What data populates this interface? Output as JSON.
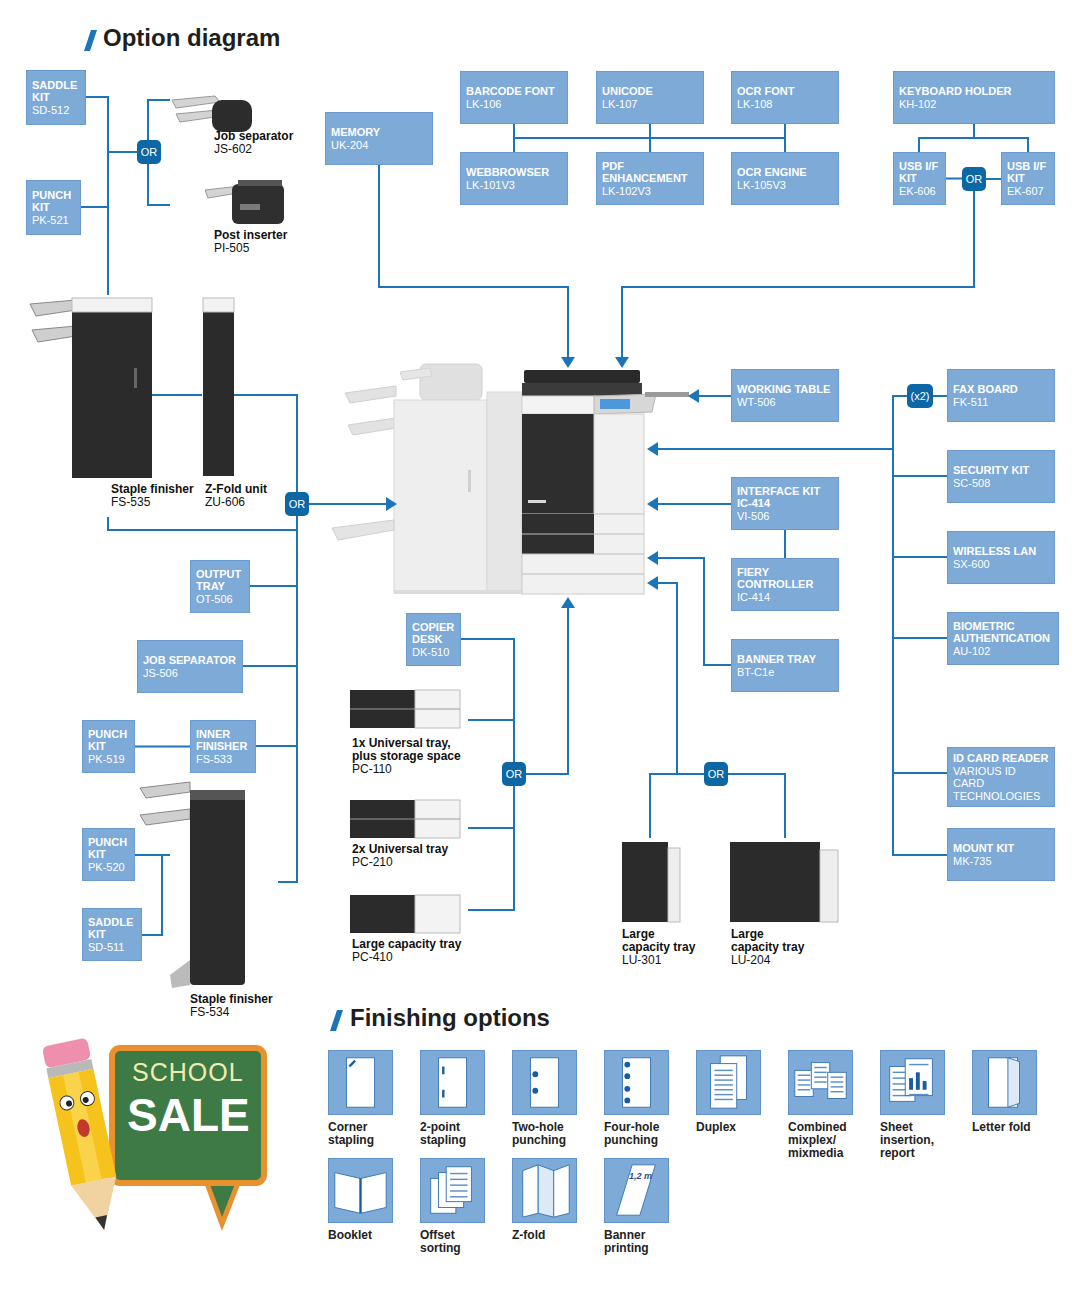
{
  "diagram": {
    "title": "Option diagram",
    "nodes": [
      {
        "text": [
          "SADDLE KIT",
          "SD-512"
        ]
      },
      {
        "text": [
          "PUNCH KIT",
          "PK-521"
        ]
      },
      {
        "text": [
          "OR"
        ]
      },
      {
        "text": [
          "Job separator",
          "JS-602"
        ]
      },
      {
        "text": [
          "Post inserter",
          "PI-505"
        ]
      },
      {
        "text": [
          "Staple finisher",
          "FS-535"
        ]
      },
      {
        "text": [
          "Z-Fold unit",
          "ZU-606"
        ]
      },
      {
        "text": [
          "OR"
        ]
      },
      {
        "text": [
          "OUTPUT TRAY",
          "OT-506"
        ]
      },
      {
        "text": [
          "JOB SEPARATOR",
          "JS-506"
        ]
      },
      {
        "text": [
          "PUNCH KIT",
          "PK-519"
        ]
      },
      {
        "text": [
          "INNER FINISHER",
          "FS-533"
        ]
      },
      {
        "text": [
          "PUNCH KIT",
          "PK-520"
        ]
      },
      {
        "text": [
          "SADDLE KIT",
          "SD-511"
        ]
      },
      {
        "text": [
          "Staple finisher",
          "FS-534"
        ]
      },
      {
        "text": [
          "MEMORY",
          "UK-204"
        ]
      },
      {
        "text": [
          "BARCODE FONT",
          "LK-106"
        ]
      },
      {
        "text": [
          "UNICODE",
          "LK-107"
        ]
      },
      {
        "text": [
          "OCR FONT",
          "LK-108"
        ]
      },
      {
        "text": [
          "WEBBROWSER",
          "LK-101V3"
        ]
      },
      {
        "text": [
          "PDF ENHANCEMENT",
          "LK-102V3"
        ]
      },
      {
        "text": [
          "OCR ENGINE",
          "LK-105V3"
        ]
      },
      {
        "text": [
          "KEYBOARD HOLDER",
          "KH-102"
        ]
      },
      {
        "text": [
          "USB I/F KIT",
          "EK-606"
        ]
      },
      {
        "text": [
          "OR"
        ]
      },
      {
        "text": [
          "USB I/F KIT",
          "EK-607"
        ]
      },
      {
        "text": [
          "WORKING TABLE",
          "WT-506"
        ]
      },
      {
        "text": [
          "INTERFACE KIT IC-414",
          "VI-506"
        ]
      },
      {
        "text": [
          "FIERY CONTROLLER",
          "IC-414"
        ]
      },
      {
        "text": [
          "BANNER TRAY",
          "BT-C1e"
        ]
      },
      {
        "text": [
          "(x2)"
        ]
      },
      {
        "text": [
          "FAX BOARD",
          "FK-511"
        ]
      },
      {
        "text": [
          "SECURITY KIT",
          "SC-508"
        ]
      },
      {
        "text": [
          "WIRELESS LAN",
          "SX-600"
        ]
      },
      {
        "text": [
          "BIOMETRIC AUTHENTICATION",
          "AU-102"
        ]
      },
      {
        "text": [
          "ID CARD READER",
          "VARIOUS ID CARD TECHNOLOGIES"
        ]
      },
      {
        "text": [
          "MOUNT KIT",
          "MK-735"
        ]
      },
      {
        "text": [
          "COPIER DESK",
          "DK-510"
        ]
      },
      {
        "text": [
          "1x Universal tray, plus storage space",
          "PC-110"
        ]
      },
      {
        "text": [
          "2x Universal tray",
          "PC-210"
        ]
      },
      {
        "text": [
          "Large capacity tray",
          "PC-410"
        ]
      },
      {
        "text": [
          "OR"
        ]
      },
      {
        "text": [
          "OR"
        ]
      },
      {
        "text": [
          "Large capacity tray",
          "LU-301"
        ]
      },
      {
        "text": [
          "Large capacity tray",
          "LU-204"
        ]
      },
      {
        "text": [
          "Corner stapling"
        ]
      },
      {
        "text": [
          "2-point stapling"
        ]
      },
      {
        "text": [
          "Two-hole punching"
        ]
      },
      {
        "text": [
          "Four-hole punching"
        ]
      },
      {
        "text": [
          "Duplex"
        ]
      },
      {
        "text": [
          "Combined mixplex/ mixmedia"
        ]
      },
      {
        "text": [
          "Sheet insertion, report"
        ]
      },
      {
        "text": [
          "Letter fold"
        ]
      },
      {
        "text": [
          "Booklet"
        ]
      },
      {
        "text": [
          "Offset sorting"
        ]
      },
      {
        "text": [
          "Z-fold"
        ]
      },
      {
        "text": [
          "Banner printing"
        ]
      }
    ],
    "edges": [
      {
        "from": 0,
        "to": 5,
        "arrow": "none"
      },
      {
        "from": 1,
        "to": 5,
        "arrow": "none"
      },
      {
        "from": 2,
        "to": 5,
        "arrow": "none"
      },
      {
        "from": 2,
        "to": 3,
        "arrow": "none"
      },
      {
        "from": 2,
        "to": 4,
        "arrow": "none"
      },
      {
        "from": 5,
        "to": 7,
        "arrow": "none"
      },
      {
        "from": 6,
        "to": 7,
        "arrow": "none"
      },
      {
        "from": 8,
        "to": 7,
        "arrow": "none"
      },
      {
        "from": 9,
        "to": 7,
        "arrow": "none"
      },
      {
        "from": 11,
        "to": 7,
        "arrow": "none"
      },
      {
        "from": 14,
        "to": 7,
        "arrow": "none"
      },
      {
        "from": 10,
        "to": 11,
        "arrow": "none"
      },
      {
        "from": 12,
        "to": 14,
        "arrow": "none"
      },
      {
        "from": 13,
        "to": 14,
        "arrow": "none"
      },
      {
        "from": 16,
        "to": 19,
        "arrow": "none"
      },
      {
        "from": 17,
        "to": 20,
        "arrow": "none"
      },
      {
        "from": 18,
        "to": 21,
        "arrow": "none"
      },
      {
        "from": 22,
        "to": 23,
        "arrow": "none"
      },
      {
        "from": 22,
        "to": 25,
        "arrow": "none"
      },
      {
        "from": 23,
        "to": 24,
        "arrow": "none"
      },
      {
        "from": 24,
        "to": 25,
        "arrow": "none"
      },
      {
        "from": 27,
        "to": 28,
        "arrow": "none"
      },
      {
        "from": 30,
        "to": 31,
        "arrow": "none"
      },
      {
        "from": 32,
        "to": 30,
        "arrow": "none"
      },
      {
        "from": 33,
        "to": 30,
        "arrow": "none"
      },
      {
        "from": 34,
        "to": 30,
        "arrow": "none"
      },
      {
        "from": 35,
        "to": 30,
        "arrow": "none"
      },
      {
        "from": 36,
        "to": 30,
        "arrow": "none"
      },
      {
        "from": 37,
        "to": 41,
        "arrow": "none"
      },
      {
        "from": 38,
        "to": 41,
        "arrow": "none"
      },
      {
        "from": 39,
        "to": 41,
        "arrow": "none"
      },
      {
        "from": 40,
        "to": 41,
        "arrow": "none"
      },
      {
        "from": 42,
        "to": 43,
        "arrow": "none"
      },
      {
        "from": 42,
        "to": 44,
        "arrow": "none"
      }
    ],
    "labels": [
      "Finishing options",
      "SCHOOL",
      "SALE",
      "1,2 m"
    ]
  }
}
